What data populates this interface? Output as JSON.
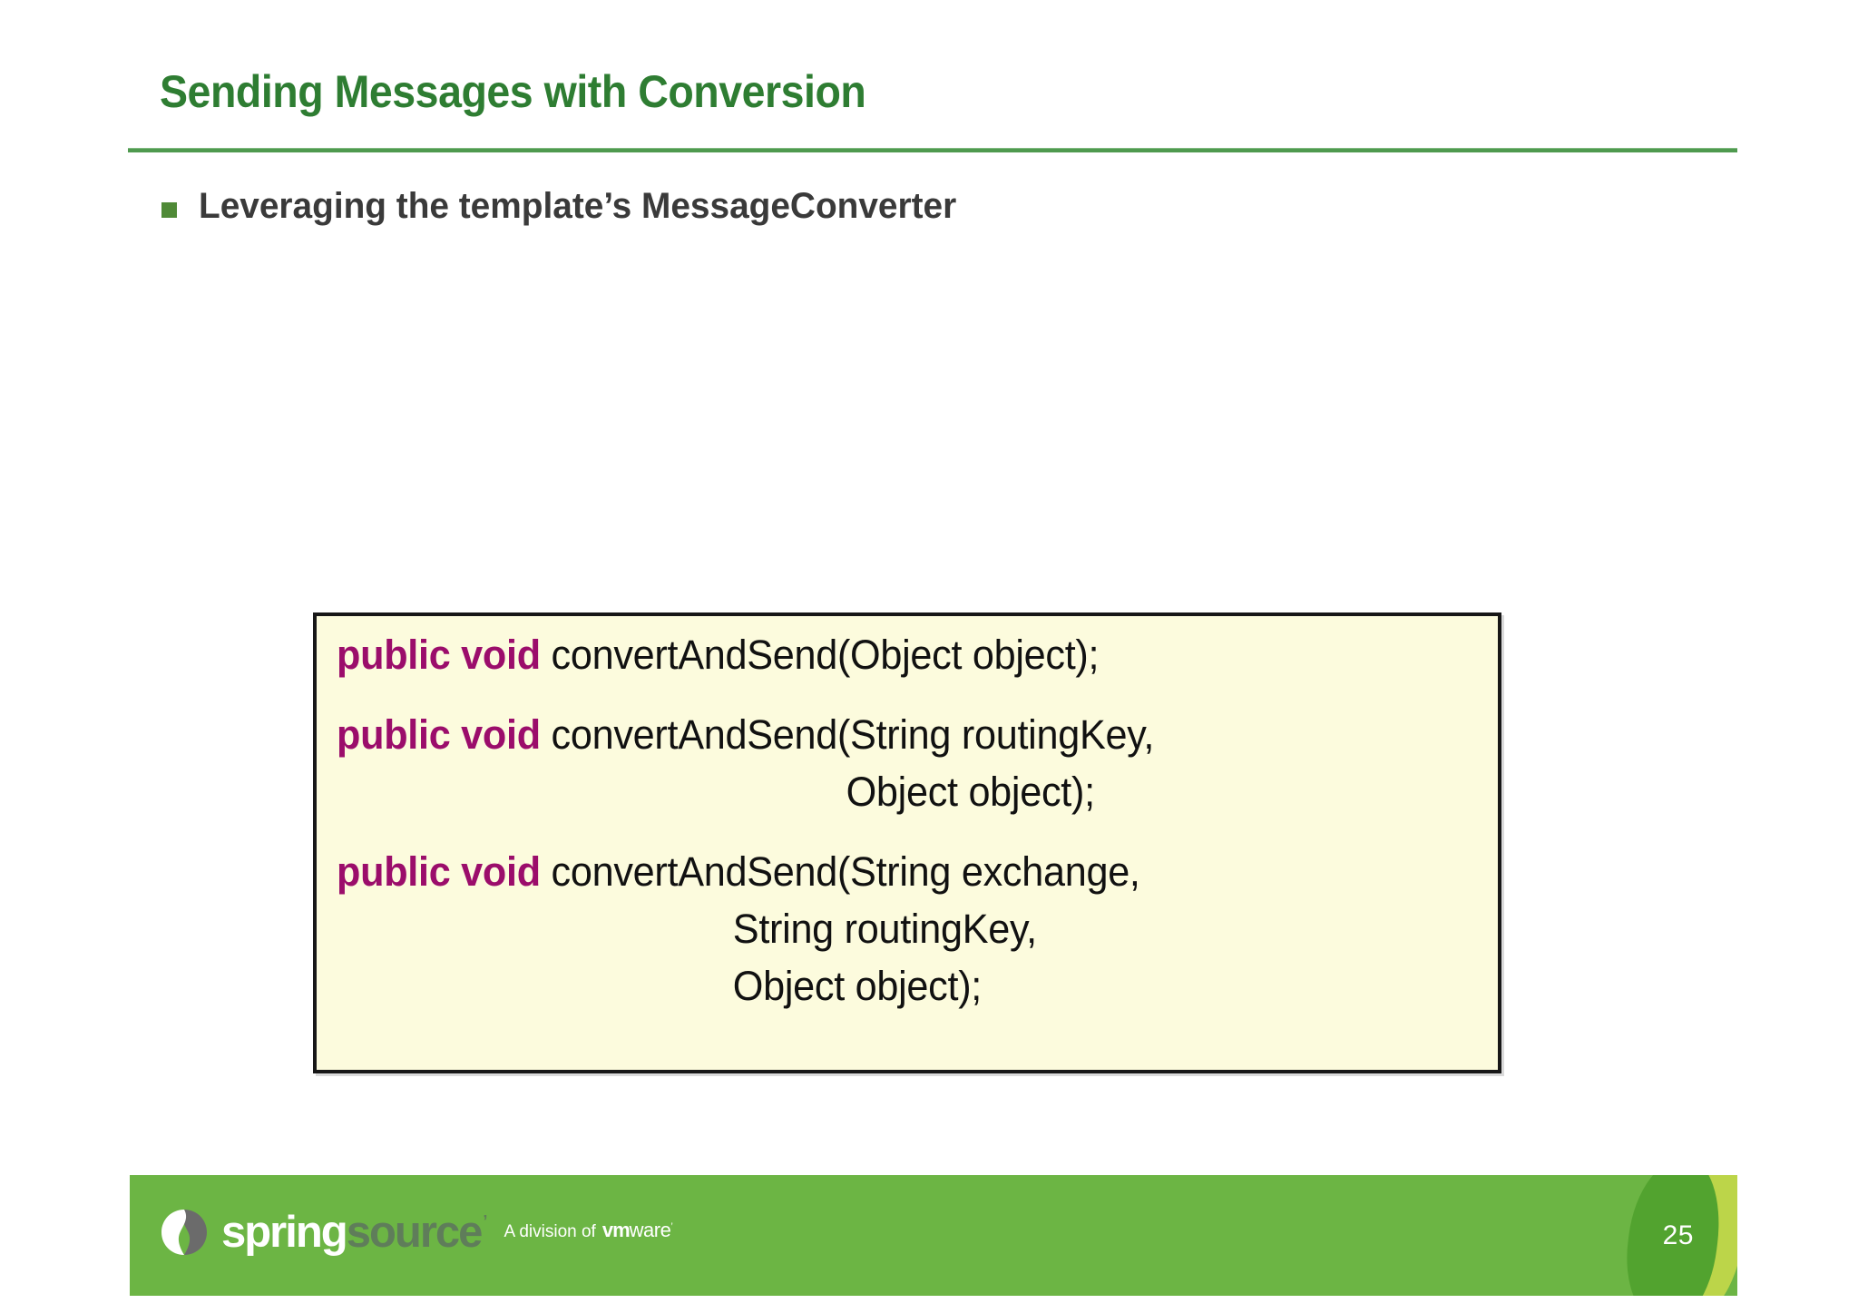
{
  "slide": {
    "title": "Sending Messages with Conversion",
    "bullet": {
      "marker": "square-bullet",
      "text": "Leveraging the template’s MessageConverter"
    },
    "accent_green": "#2e7d32",
    "rule_green": "#4f9a4f",
    "bullet_green": "#4f8a37"
  },
  "code_box": {
    "background": "#fcfbdd",
    "border_color": "#171717",
    "keyword_color": "#9b0d6b",
    "text_color": "#111111",
    "signatures": [
      {
        "keyword": "public void",
        "lines": [
          " convertAndSend(Object object);"
        ]
      },
      {
        "keyword": "public void",
        "lines": [
          " convertAndSend(String routingKey,",
          "Object object);"
        ]
      },
      {
        "keyword": "public void",
        "lines": [
          " convertAndSend(String exchange,",
          "String routingKey,",
          "Object object);"
        ]
      }
    ]
  },
  "footer": {
    "background": "#6cb544",
    "logo": {
      "mark": "spring-leaf-logo",
      "word_primary": "spring",
      "word_secondary": "source",
      "trademark": "’",
      "division_prefix": "A division of",
      "division_brand_bold": "vm",
      "division_brand_rest": "ware",
      "division_trademark": "’"
    },
    "page_number": "25"
  }
}
